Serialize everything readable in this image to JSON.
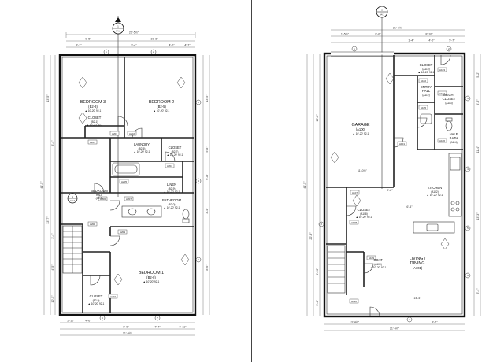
{
  "left_plan": {
    "overall_width": "21'-5½\"",
    "section_marker": {
      "num": "1",
      "sheet": "A4.1"
    },
    "elevation_marker": {
      "num": "A",
      "sheet": "A3.2"
    },
    "rooms": {
      "bedroom3": {
        "name": "BEDROOM 3",
        "id": "(B2-3)",
        "sub": "▲ 10'-20' 92-1"
      },
      "bedroom2": {
        "name": "BEDROOM 2",
        "id": "(B2-5)",
        "sub": "▲ 10'-20' 92-1"
      },
      "closet1": {
        "name": "CLOSET",
        "id": "(B2-1)",
        "sub": "▲ 10'-20' 92-1"
      },
      "laundry": {
        "name": "LAUNDRY",
        "id": "(B2-6)",
        "sub": "▲ 10'-20' 92-1"
      },
      "closet2": {
        "name": "CLOSET",
        "id": "(B2-7)",
        "sub": "▲ 10'-20' 92-1"
      },
      "linen": {
        "name": "LINEN",
        "id": "(B2-9)",
        "sub": "▲ 10'-20' 92-1"
      },
      "bedroom_hall": {
        "name": "BEDROOM",
        "id": "HALL",
        "sub": "(B2-0)"
      },
      "bathroom": {
        "name": "BATHROOM",
        "id": "(B2-0)",
        "sub": "▲ 10'-20' 92-1"
      },
      "bedroom1": {
        "name": "BEDROOM 1",
        "id": "(B2-8)",
        "sub": "▲ 10'-20' 92-1"
      },
      "closet3": {
        "name": "CLOSET",
        "id": "(B2-9)",
        "sub": "▲ 10'-20' 92-1"
      }
    },
    "top_dims": [
      "9'-5\"",
      "10'-8\"",
      "8'-7\"",
      "9'-4\"",
      "4'-0\"",
      "4'-7\""
    ],
    "bottom_dims": [
      "2'-10\"",
      "4'-6\"",
      "8'-0\"",
      "7'-4\"",
      "6'-11\"",
      "21'-5½\""
    ],
    "left_dims": [
      "13'-5\"",
      "3'-4\"",
      "41'-5\"",
      "33'-7\"",
      "3'-4\"",
      "4'-5\"",
      "10'-5\""
    ],
    "right_dims": [
      "13'-5\"",
      "5'-8\"",
      "6'-8\"",
      "3'-4\"",
      "8'-6\""
    ],
    "door_tags": [
      "A201",
      "A202",
      "A203",
      "A204",
      "A205",
      "A206",
      "A207",
      "A208",
      "A209",
      "A210"
    ],
    "window_tags": [
      "1",
      "2",
      "3",
      "4",
      "5",
      "6",
      "7"
    ]
  },
  "right_plan": {
    "overall_width": "21'-5½\"",
    "section_marker": {
      "num": "1",
      "sheet": "A4.1"
    },
    "rooms": {
      "garage": {
        "name": "GARAGE",
        "id": "(A100)",
        "sub": "▲ 10'-20' 92-1"
      },
      "closet_a": {
        "name": "CLOSET",
        "id": "(A110)",
        "sub": "▲ 10'-20' 92-1"
      },
      "mech": {
        "name": "MECH.",
        "id": "CLOSET",
        "sub": "(A113)"
      },
      "entry": {
        "name": "ENTRY",
        "id": "HALL",
        "sub": "(A112)"
      },
      "half_bath": {
        "name": "HALF",
        "id": "BATH",
        "sub": "(A114)"
      },
      "kitchen": {
        "name": "KITCHEN",
        "id": "(A102)",
        "sub": "▲ 10'-20' 92-1"
      },
      "closet_b": {
        "name": "CLOSET",
        "id": "(A108)",
        "sub": "▲ 10'-20' 92-1"
      },
      "coat": {
        "name": "COAT",
        "id": "(A109)",
        "sub": "▲ 10'-20' 92-1"
      },
      "living": {
        "name": "LIVING /",
        "id": "DINING",
        "sub": "(A101)"
      }
    },
    "top_dims": [
      "1'-5½\"",
      "8'-0\"",
      "8'-10\"",
      "1'-4\"",
      "4'-0\"",
      "5'-7\""
    ],
    "bottom_dims": [
      "13'-4½\"",
      "8'-2\"",
      "21'-5½\""
    ],
    "left_dims": [
      "19'-8\"",
      "41'-5\"",
      "22'-9\"",
      "4'-10\"",
      "3'-4\""
    ],
    "right_dims": [
      "5'-2\"",
      "4'-5\"",
      "11'-4\"",
      "13'-3\"",
      "5'-4\""
    ],
    "interior_dims": [
      "11'-0½\"",
      "9'-8\"",
      "14'-4\"",
      "6'-4\""
    ],
    "door_tags": [
      "A101",
      "A102",
      "A103",
      "A104",
      "A105",
      "A106",
      "A107",
      "A108",
      "A109",
      "A110"
    ],
    "window_tags": [
      "1",
      "2",
      "3",
      "4",
      "5",
      "6",
      "7",
      "8"
    ]
  }
}
